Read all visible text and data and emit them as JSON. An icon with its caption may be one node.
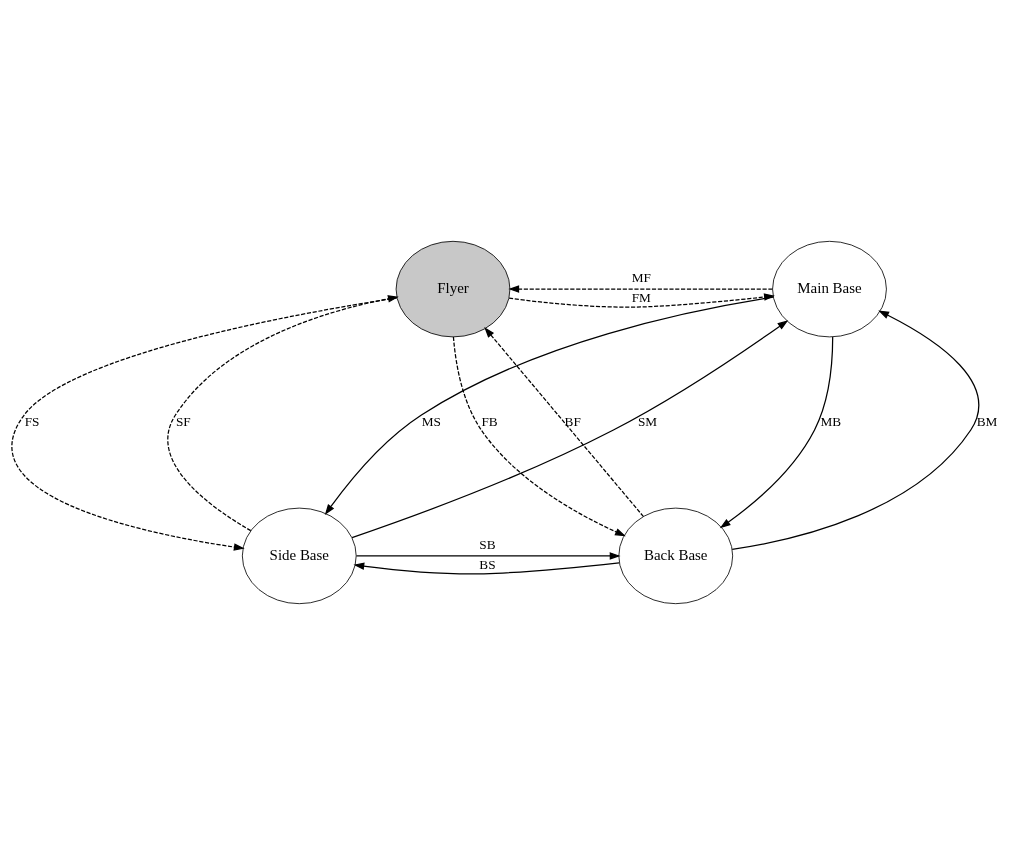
{
  "diagram": {
    "nodes": [
      {
        "text": [
          "Flyer"
        ]
      },
      {
        "text": [
          "Main Base"
        ]
      },
      {
        "text": [
          "Side Base"
        ]
      },
      {
        "text": [
          "Back Base"
        ]
      }
    ],
    "edges": [
      {
        "from": 1,
        "to": 0,
        "arrow": "to",
        "label": "MF",
        "style": "dashed"
      },
      {
        "from": 0,
        "to": 1,
        "arrow": "to",
        "label": "FM",
        "style": "dashed"
      },
      {
        "from": 0,
        "to": 3,
        "arrow": "to",
        "label": "FB",
        "style": "dashed"
      },
      {
        "from": 0,
        "to": 2,
        "arrow": "to",
        "label": "FS",
        "style": "dashed"
      },
      {
        "from": 2,
        "to": 0,
        "arrow": "to",
        "label": "SF",
        "style": "dashed"
      },
      {
        "from": 2,
        "to": 1,
        "arrow": "to",
        "label": "SM"
      },
      {
        "from": 1,
        "to": 2,
        "arrow": "to",
        "label": "MS"
      },
      {
        "from": 3,
        "to": 1,
        "arrow": "to",
        "label": "BM"
      },
      {
        "from": 1,
        "to": 3,
        "arrow": "to",
        "label": "MB"
      },
      {
        "from": 3,
        "to": 0,
        "arrow": "to",
        "label": "BF",
        "style": "dashed"
      },
      {
        "from": 2,
        "to": 3,
        "arrow": "to",
        "label": "SB"
      },
      {
        "from": 3,
        "to": 2,
        "arrow": "to",
        "label": "BS"
      }
    ]
  }
}
